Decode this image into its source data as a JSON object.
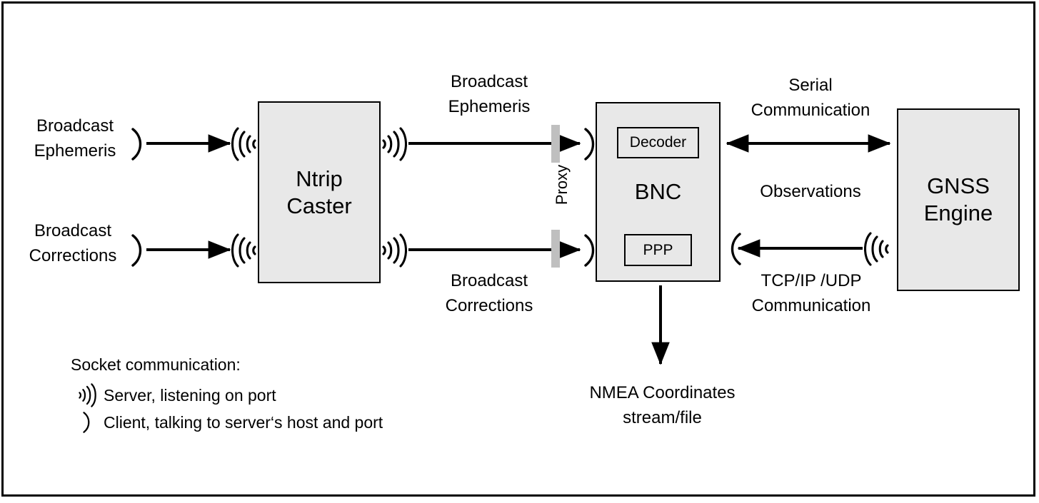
{
  "diagram": {
    "title": "BNC data flow diagram",
    "colors": {
      "box_fill": "#e8e8e8",
      "box_border": "#000000",
      "proxy_bar": "#bfbfbf",
      "background": "#ffffff",
      "text": "#000000"
    },
    "nodes": [
      {
        "id": "ntrip-caster",
        "label": "Ntrip\nCaster"
      },
      {
        "id": "bnc",
        "label": "BNC"
      },
      {
        "id": "gnss-engine",
        "label": "GNSS\nEngine"
      },
      {
        "id": "decoder",
        "label": "Decoder"
      },
      {
        "id": "ppp",
        "label": "PPP"
      }
    ],
    "labels": {
      "broadcast_ephemeris_left": "Broadcast\nEphemeris",
      "broadcast_corrections_left": "Broadcast\nCorrections",
      "broadcast_ephemeris_mid": "Broadcast\nEphemeris",
      "broadcast_corrections_mid": "Broadcast\nCorrections",
      "proxy": "Proxy",
      "serial_communication": "Serial\nCommunication",
      "observations": "Observations",
      "tcpip_udp_communication": "TCP/IP /UDP\nCommunication",
      "nmea_output": "NMEA Coordinates\nstream/file"
    },
    "legend": {
      "title": "Socket communication:",
      "items": [
        {
          "glyph": "server-wave-icon",
          "text": "Server, listening on port"
        },
        {
          "glyph": "client-paren-icon",
          "text": "Client, talking to server‘s host and port"
        }
      ]
    },
    "icons": {
      "server_wave_right": "server-wave-right-icon",
      "server_wave_left": "server-wave-left-icon",
      "client_paren": "client-paren-icon"
    },
    "connections": [
      {
        "from": "broadcast-ephemeris-source",
        "to": "ntrip-caster",
        "direction": "right",
        "kind": "solid-arrow"
      },
      {
        "from": "broadcast-corrections-source",
        "to": "ntrip-caster",
        "direction": "right",
        "kind": "solid-arrow"
      },
      {
        "from": "ntrip-caster",
        "to": "bnc",
        "direction": "right",
        "kind": "solid-arrow",
        "label": "Broadcast Ephemeris",
        "through": "Proxy"
      },
      {
        "from": "ntrip-caster",
        "to": "bnc",
        "direction": "right",
        "kind": "solid-arrow",
        "label": "Broadcast Corrections",
        "through": "Proxy"
      },
      {
        "from": "bnc",
        "to": "gnss-engine",
        "direction": "both",
        "kind": "solid-double-arrow",
        "label": "Serial Communication"
      },
      {
        "from": "gnss-engine",
        "to": "bnc",
        "direction": "left",
        "kind": "solid-arrow",
        "label": "Observations / TCP/IP /UDP Communication"
      },
      {
        "from": "bnc",
        "to": "nmea-output",
        "direction": "down",
        "kind": "solid-arrow",
        "label": "NMEA Coordinates stream/file"
      }
    ]
  }
}
